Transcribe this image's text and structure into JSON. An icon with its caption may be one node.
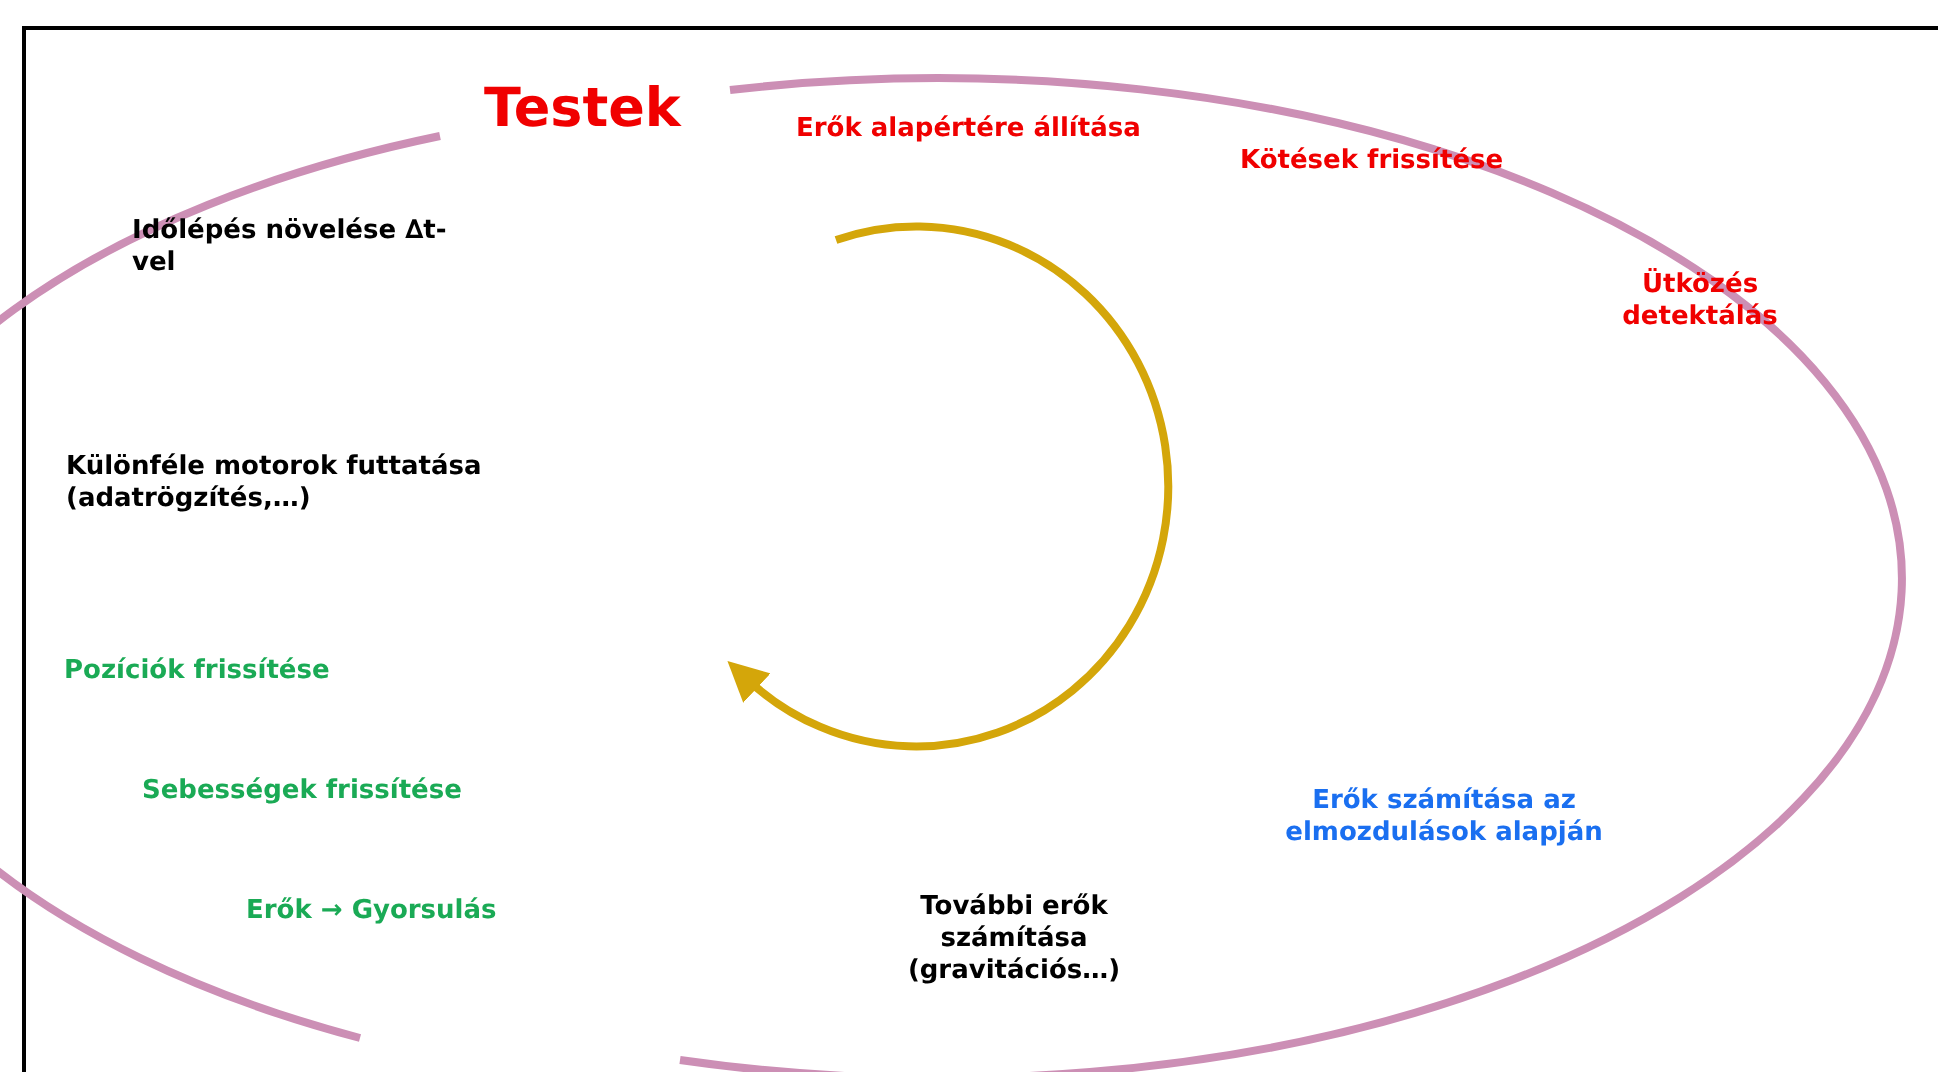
{
  "diagram": {
    "title": "Testek",
    "labels": [
      "Erők alapértére állítása",
      "Kötések frissítése",
      "Ütközés detektálás",
      "Erők számítása az elmozdulások alapján",
      "További erők számítása (gravitációs…)",
      "Erők → Gyorsulás",
      "Sebességek frissítése",
      "Pozíciók frissítése",
      "Különféle motorok futtatása (adatrögzítés,…)",
      "Időlépés növelése ∆t-vel"
    ]
  }
}
